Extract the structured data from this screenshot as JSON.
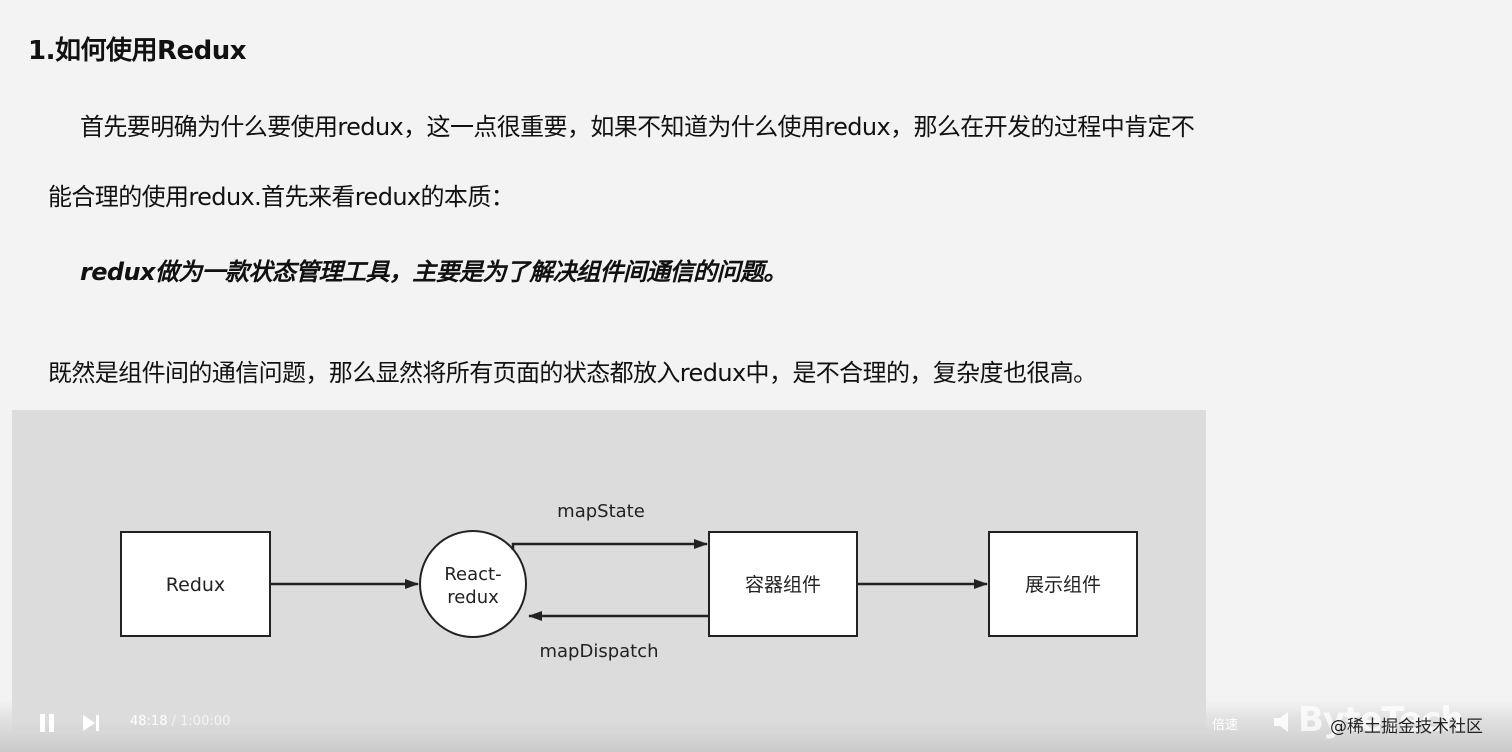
{
  "heading": "1.如何使用Redux",
  "paragraph1_line1": "首先要明确为什么要使用redux，这一点很重要，如果不知道为什么使用redux，那么在开发的过程中肯定不",
  "paragraph1_line2": "能合理的使用redux.首先来看redux的本质：",
  "emphasis_quote": "redux做为一款状态管理工具，主要是为了解决组件间通信的问题。",
  "paragraph2": "既然是组件间的通信问题，那么显然将所有页面的状态都放入redux中，是不合理的，复杂度也很高。",
  "diagram": {
    "redux_label": "Redux",
    "react_redux_line1": "React-",
    "react_redux_line2": "redux",
    "container_label": "容器组件",
    "presentational_label": "展示组件",
    "map_state_label": "mapState",
    "map_dispatch_label": "mapDispatch"
  },
  "player": {
    "current_time": "48:18",
    "separator": "/",
    "total_time": "1:00:00",
    "speed_label": "倍速",
    "brand": "ByteTech",
    "credit": "@稀土掘金技术社区"
  },
  "icons": {
    "pause": "pause-icon",
    "next": "next-icon",
    "volume": "volume-icon"
  }
}
